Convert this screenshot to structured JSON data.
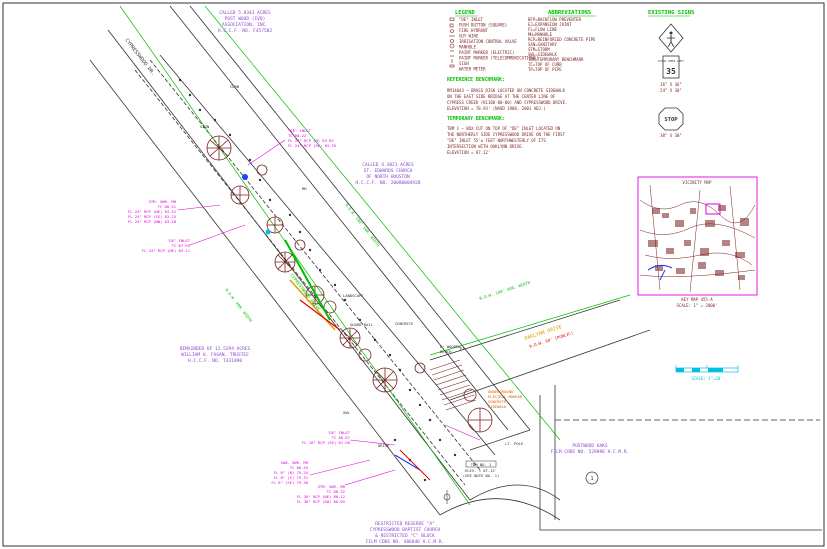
{
  "colors": {
    "ink": "#7a1f1f",
    "green": "#00c000",
    "magenta": "#e000e0",
    "violet": "#8a4ad0",
    "orange": "#e06000",
    "red": "#e00000",
    "cyan": "#00c0e0",
    "blue": "#2040ff",
    "line": "#333333"
  },
  "icons": [
    "legend-symbol-icons",
    "pedestrian-crossing-sign-icon",
    "stop-sign-icon",
    "north-arrow-icon",
    "scale-bar-icon"
  ],
  "headers": {
    "legend": "LEGEND",
    "abbreviations": "ABBREVIATIONS",
    "existing_signs": "EXISTING SIGNS",
    "reference_benchmark": "REFERENCE BENCHMARK:",
    "temporary_benchmark": "TEMPORARY BENCHMARK:",
    "vicinity_map": "VICINITY MAP"
  },
  "legend_items": [
    "\"DE\" INLET",
    "PUSH BUTTON (SQUARE)",
    "FIRE HYDRANT",
    "GUY WIRE",
    "IRRIGATION CONTROL VALVE",
    "MANHOLE",
    "PAINT MARKER (ELECTRIC)",
    "PAINT MARKER (TELECOMMUNICATIONS)",
    "SIGN",
    "WATER METER"
  ],
  "abbreviations": [
    "BFP=BACKFLOW PREVENTER",
    "EJ=EXPANSION JOINT",
    "FL=FLOW LINE",
    "MH=MANHOLE",
    "RCP=REINFORCED CONCRETE PIPE",
    "SAN=SANITARY",
    "STM=STORM",
    "SWL=SIDEWALK",
    "TBM=TEMPORARY BENCHMARK",
    "TC=TOP OF CURB",
    "TP=TOP OF PIPE"
  ],
  "reference_benchmark_text": [
    "RM14043 — BRASS DISK LOCATED ON CONCRETE SIDEWALK",
    "ON THE EAST SIDE BRIDGE AT THE CENTER LINE OF",
    "CYPRESS CREEK (K1100-00-00) AND CYPRESSWOOD DRIVE.",
    "ELEVATION = 78.93' (NAVD 1988, 2001 ADJ.)"
  ],
  "temporary_benchmark_text": [
    "TBM 1 — BOX CUT ON TOP OF \"DE\" INLET LOCATED ON",
    "THE NORTHERLY SIDE CYPRESSWOOD DRIVE ON THE FIRST",
    "\"DE\" INLET 55'± FEET NORTHWESTERLY OF ITS",
    "INTERSECTION WITH OAKLYNN DRIVE.",
    "ELEVATION = 87.12'"
  ],
  "signs": {
    "sign1_plate": "SCHOOL SPEED LIMIT",
    "sign1_number": "35",
    "sign1_size_a": "36\" X 36\"",
    "sign1_size_b": "24\" X 30\"",
    "stop_text": "STOP",
    "stop_size": "30\" X 30\""
  },
  "vicinity": {
    "key_map": "KEY MAP 455-A",
    "scale": "SCALE: 1\" = 2000'"
  },
  "scale_bar": {
    "label": "SCALE: 1\"=20'"
  },
  "parcels": {
    "top_left": [
      "CALLED 5.8343 ACRES",
      "POST WOOD (IVD)",
      "ASSOCIATION, INC.",
      "H.C.C.F. NO. F457502"
    ],
    "mid": [
      "CALLED 4.3021 ACRES",
      "ST. EDWARDS CHURCH",
      "OF NORTH HOUSTON",
      "H.C.C.F. NO. 20080004928"
    ],
    "lower_left": [
      "REMAINDER OF 12.5294 ACRES",
      "WILLIAM H. FAGAN, TRUSTEE",
      "H.C.C.F. NO. T431890"
    ],
    "bottom": [
      "RESTRICTED RESERVE \"A\"",
      "CYPRESSWOOD BAPTIST CHURCH",
      "& RESTRICTED \"C\" BLOCK",
      "FILM CODE NO. 486046 H.C.M.R."
    ],
    "right": [
      "POSTWOOD OAKS",
      "FILM CODE NO. 529096 H.C.M.R."
    ]
  },
  "roads": {
    "cypresswood": "CYPRESSWOOD DRIVE",
    "row_right": "R.O.W. 100' VAR. WIDTH",
    "row_left": "R.O.W. VAR. WIDTH",
    "oaklynn": "OAKLYNN DRIVE",
    "oaklynn_row": "R.O.W. 60' (PUBLIC)",
    "top_label": "CYPRESSWOOD DR."
  },
  "callouts": {
    "inlet1": [
      "\"DE\" INLET",
      "TC 90.22",
      "FL 24\" RCP (N) 83.62",
      "FL 24\" RCP (SE) 83.35"
    ],
    "inlet2": [
      "STM. SWR. MH",
      "TC 88.51",
      "FL 24\" RCP (NE) 83.31",
      "FL 24\" RCP (SE) 83.25",
      "FL 24\" RCP (NW) 83.28"
    ],
    "inlet3": [
      "\"DE\" INLET",
      "TC 87.93",
      "FL 24\" RCP (NE) 83.11"
    ],
    "inlet4": [
      "\"DE\" INLET",
      "TC 86.67",
      "FL 18\" RCP (SE) 81.60"
    ],
    "inlet5": [
      "SAN. SWR. MH",
      "TC 86.45",
      "FL 8\" (N) 79.34",
      "FL 8\" (E) 79.31",
      "FL 8\" (SE) 79.30"
    ],
    "inlet6": [
      "STM. SWR. MH",
      "TC 86.32",
      "FL 36\" RCP (NE) 80.12",
      "FL 36\" RCP (SW) 80.05"
    ],
    "right": [
      "UNDERGROUND",
      "ELECTRIC MARKER",
      "CONCRETE",
      "SIDEWALK",
      "EJ"
    ],
    "tbm": [
      "TBM NO. 1",
      "ELEV. = 87.12'",
      "(SEE NOTE NO. 1)"
    ],
    "wooden_fence": [
      "6' WOODEN",
      "BENCH"
    ],
    "light_pole": "LT. POLE",
    "guardrail": "GUARD RAIL",
    "curb": "CURB",
    "concrete": "CONCRETE",
    "swl": "SWL",
    "mh": "MH",
    "landscape": "LANDSCAPE",
    "sign_note": "SIGN",
    "drive": "DRIVE"
  },
  "circle_note": "1"
}
